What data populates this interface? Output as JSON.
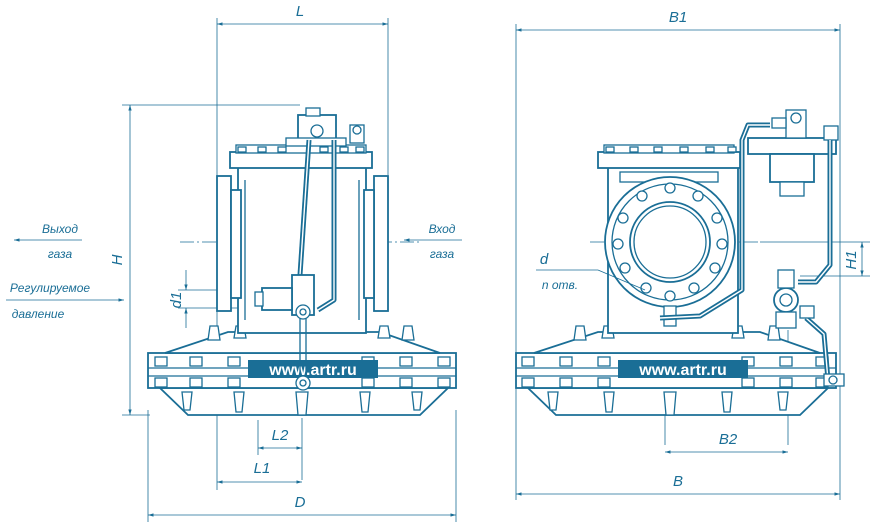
{
  "dimensions": {
    "L": "L",
    "H": "H",
    "D": "D",
    "L1": "L1",
    "L2": "L2",
    "d1": "d1",
    "B": "B",
    "B1": "B1",
    "B2": "B2",
    "H1": "H1",
    "d": "d",
    "n_holes": "n отв."
  },
  "labels": {
    "outlet_word": "Выход",
    "outlet_sub": "газа",
    "inlet_word": "Вход",
    "inlet_sub": "газа",
    "regulated_word": "Регулируемое",
    "regulated_sub": "давление"
  },
  "watermark": "www.artr.ru",
  "colors": {
    "line": "#1a6e96",
    "background": "#ffffff"
  }
}
